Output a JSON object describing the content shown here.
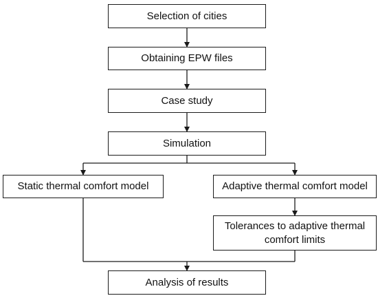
{
  "flowchart": {
    "steps": {
      "selection_of_cities": "Selection of cities",
      "obtaining_epw_files": "Obtaining EPW files",
      "case_study": "Case study",
      "simulation": "Simulation",
      "static_model": "Static thermal comfort model",
      "adaptive_model": "Adaptive thermal comfort model",
      "tolerances": "Tolerances to adaptive thermal comfort limits",
      "analysis": "Analysis of results"
    }
  }
}
